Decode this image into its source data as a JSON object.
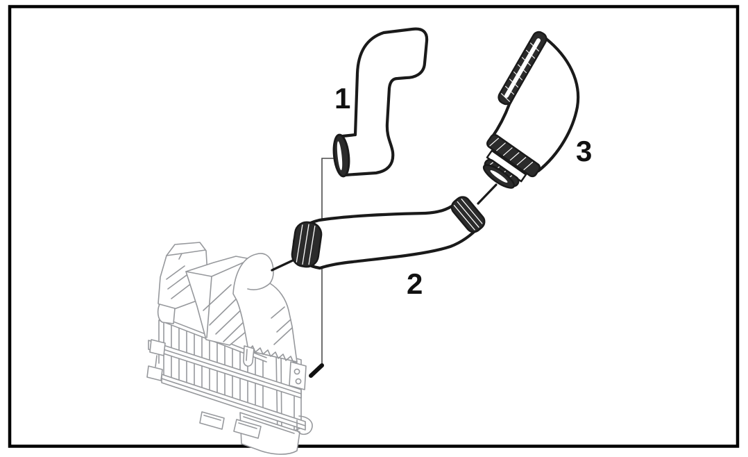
{
  "figure": {
    "callouts": [
      {
        "text": "1"
      },
      {
        "text": "2"
      },
      {
        "text": "3"
      }
    ],
    "palette": {
      "background": "#ffffff",
      "frame": "#000000",
      "part_lines": "#1a1a1a",
      "cuff_fill": "#2b2b2b",
      "assembly_lines": "#96989c"
    }
  }
}
